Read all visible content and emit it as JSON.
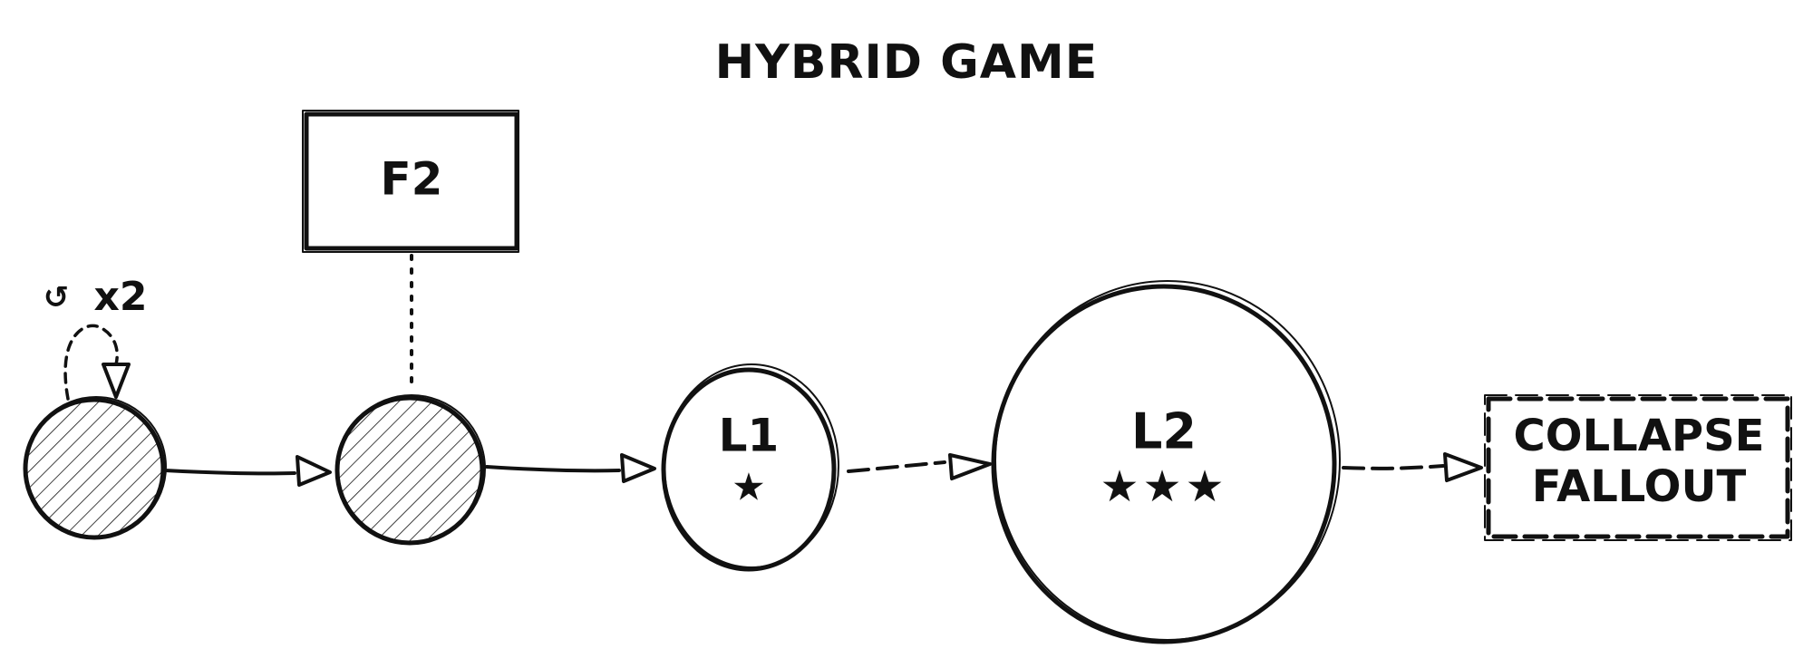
{
  "title": "HYBRID GAME",
  "loop": {
    "icon": "loop-icon",
    "icon_glyph": "↺",
    "label": "x2"
  },
  "nodes": {
    "f2_label": "F2",
    "l1_label": "L1",
    "l1_stars": "★",
    "l2_label": "L2",
    "l2_stars": "★★★",
    "collapse_line1": "COLLAPSE",
    "collapse_line2": "FALLOUT"
  },
  "colors": {
    "ink": "#111111",
    "background": "#ffffff"
  }
}
